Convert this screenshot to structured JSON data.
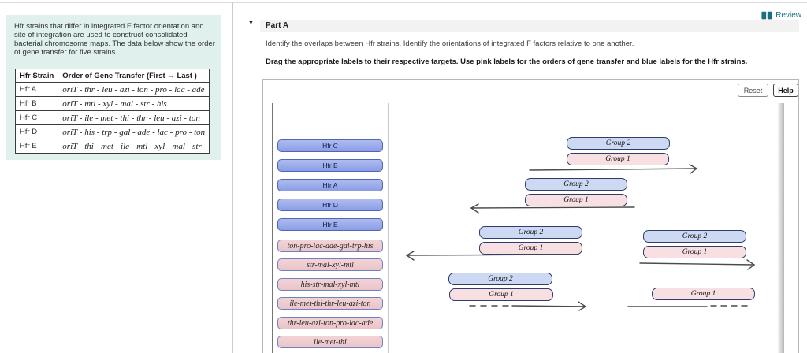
{
  "left_panel": {
    "intro": "Hfr strains that differ in integrated F factor orientation and site of integration are used to construct consolidated bacterial chromosome maps. The data below show the order of gene transfer for five strains.",
    "table": {
      "headers": [
        "Hfr Strain",
        "Order of Gene Transfer (First → Last )"
      ],
      "rows": [
        {
          "strain": "Hfr A",
          "order": "oriT - thr - leu - azi - ton - pro - lac - ade"
        },
        {
          "strain": "Hfr B",
          "order": "oriT - mtl - xyl - mal - str - his"
        },
        {
          "strain": "Hfr C",
          "order": "oriT - ile - met - thi - thr - leu - azi - ton"
        },
        {
          "strain": "Hfr D",
          "order": "oriT - his - trp - gal - ade - lac - pro - ton"
        },
        {
          "strain": "Hfr E",
          "order": "oriT - thi - met - ile - mtl - xyl - mal - str"
        }
      ]
    }
  },
  "header": {
    "review_label": "Review",
    "part_label": "Part A",
    "collapse_icon": "▼"
  },
  "instructions": {
    "line1": "Identify the overlaps between Hfr strains. Identify the orientations of integrated F factors relative to one another.",
    "line2": "Drag the appropriate labels to their respective targets. Use pink labels for the orders of gene transfer and blue labels for the Hfr strains."
  },
  "activity": {
    "reset_label": "Reset",
    "help_label": "Help",
    "blue_labels": [
      "Hfr C",
      "Hfr B",
      "Hfr A",
      "Hfr D",
      "Hfr E"
    ],
    "pink_labels": [
      "ton-pro-lac-ade-gal-trp-his",
      "str-mal-xyl-mtl",
      "his-str-mal-xyl-mtl",
      "ile-met-thi-thr-leu-azi-ton",
      "thr-leu-azi-ton-pro-lac-ade",
      "ile-met-thi"
    ],
    "group2_label": "Group 2",
    "group1_label": "Group 1"
  },
  "colors": {
    "accent_teal": "#1c6e84",
    "panel_mint": "#e0f1ed",
    "blue_label_fill": "#8fa2e8",
    "pink_label_fill": "#eecace",
    "group2_fill": "#cdd8f3",
    "group1_fill": "#f7dfe2",
    "arrow": "#4a4a4a"
  }
}
